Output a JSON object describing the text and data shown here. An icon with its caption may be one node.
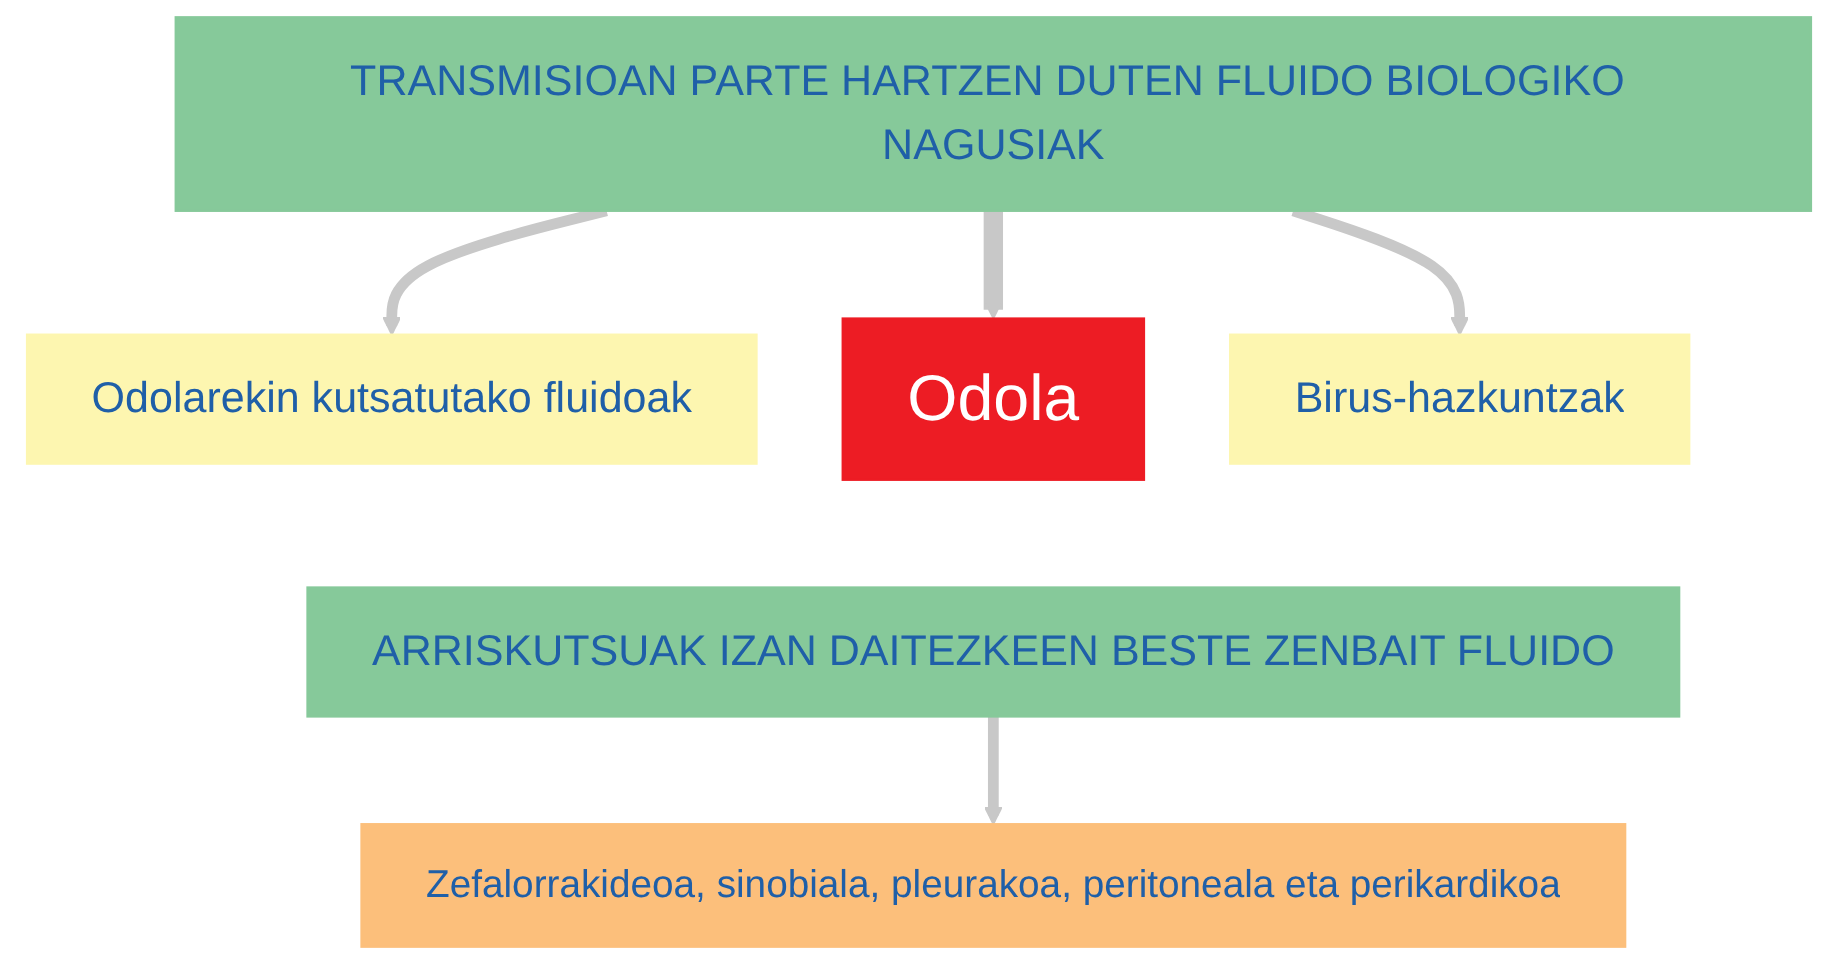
{
  "diagram": {
    "nodes": [
      {
        "text": [
          "TRANSMISIOAN PARTE HARTZEN DUTEN FLUIDO BIOLOGIKO NAGUSIAK"
        ]
      },
      {
        "text": [
          "Odolarekin kutsatutako fluidoak"
        ]
      },
      {
        "text": [
          "Odola"
        ]
      },
      {
        "text": [
          "Birus-hazkuntzak"
        ]
      },
      {
        "text": [
          "ARRISKUTSUAK IZAN DAITEZKEEN BESTE ZENBAIT FLUIDO"
        ]
      },
      {
        "text": [
          "Zefalorrakideoa, sinobiala, pleurakoa, peritoneala eta perikardikoa"
        ]
      }
    ],
    "edges": [
      {
        "from": 0,
        "to": 1,
        "arrow": "to"
      },
      {
        "from": 0,
        "to": 2,
        "arrow": "to",
        "style": "thick"
      },
      {
        "from": 0,
        "to": 3,
        "arrow": "to"
      },
      {
        "from": 4,
        "to": 5,
        "arrow": "to"
      }
    ]
  }
}
